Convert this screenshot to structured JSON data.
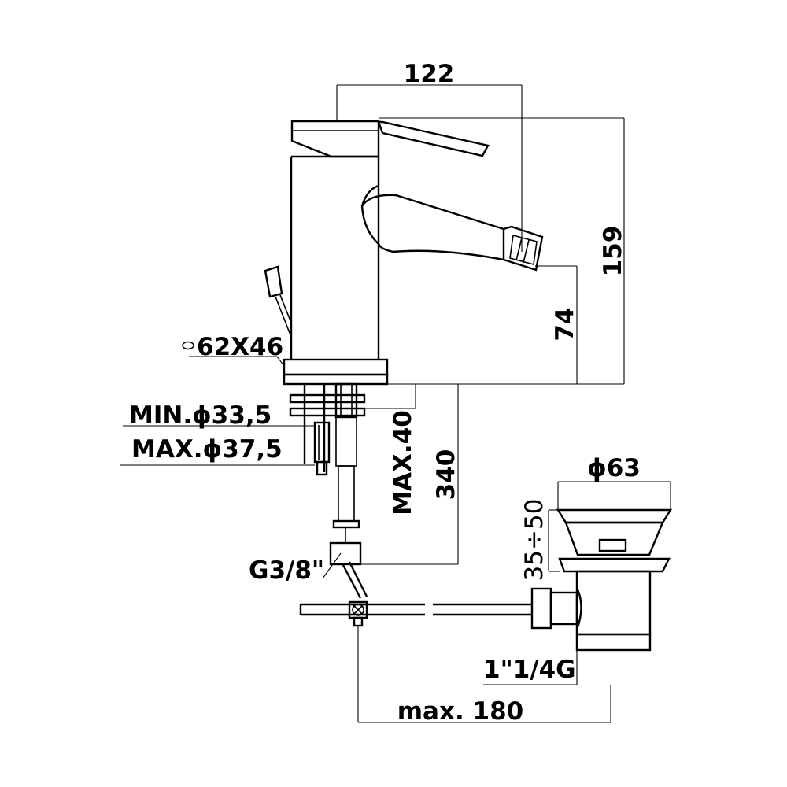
{
  "diagram": {
    "dimensions": {
      "width_top": "122",
      "height_total": "159",
      "spout_height": "74",
      "base_oval": "62X46",
      "hole_min": "MIN.ϕ33,5",
      "hole_max": "MAX.ϕ37,5",
      "deck_max": "MAX.40",
      "hose_length": "340",
      "hose_thread": "G3/8\"",
      "drain_diameter": "ϕ63",
      "drain_range": "35÷50",
      "drain_thread": "1\"1/4G",
      "rod_max": "max. 180"
    },
    "symbols": {
      "oval": "oval-icon"
    }
  }
}
